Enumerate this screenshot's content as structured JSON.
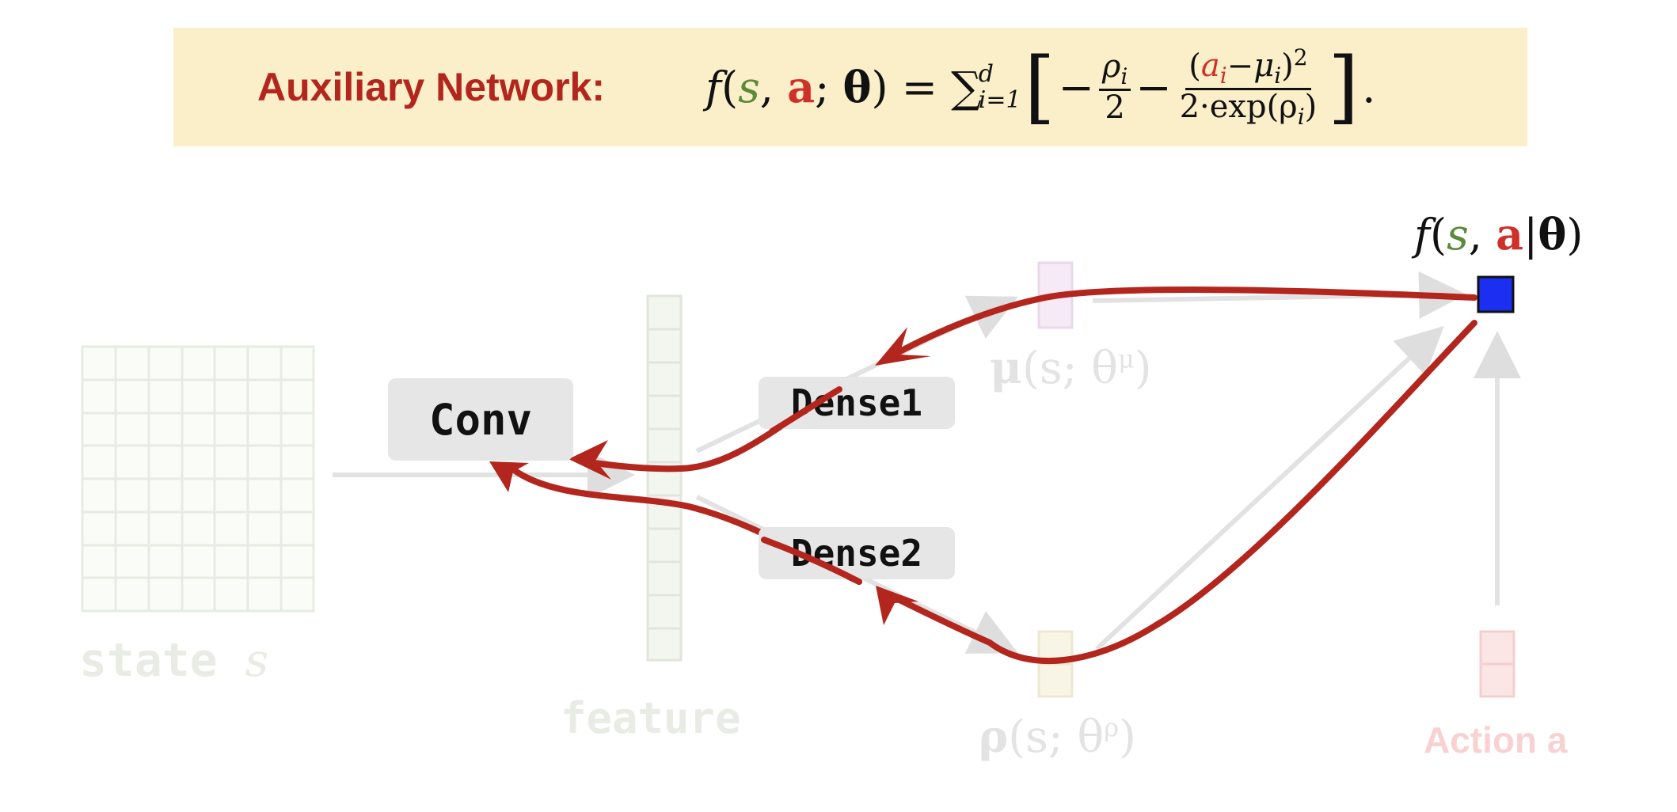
{
  "banner": {
    "title": "Auxiliary Network:",
    "formula": {
      "lhs_f": "f",
      "lhs_s": "s",
      "lhs_a": "a",
      "lhs_theta": "θ",
      "sum_upper": "d",
      "sum_lower": "i=1",
      "term1_num": "ρ",
      "term1_num_sub": "i",
      "term1_den": "2",
      "term2_den": "2·exp(ρ",
      "term2_den_sub": "i",
      "period": "."
    },
    "background_color": "#fbefca"
  },
  "nodes": {
    "conv": "Conv",
    "dense1": "Dense1",
    "dense2": "Dense2"
  },
  "faded_labels": {
    "state": "state",
    "state_var": "s",
    "feature": "feature",
    "mu": "μ",
    "mu_args": "(s; θ",
    "mu_sup": "μ",
    "rho": "ρ",
    "rho_args": "(s; θ",
    "rho_sup": "ρ",
    "action": "Action a"
  },
  "output": {
    "f": "f",
    "s": "s",
    "a": "a",
    "theta": "θ"
  },
  "colors": {
    "arrow_red": "#b3261e",
    "output_blue": "#1a2ff0",
    "faded_grid": "#e4eadf",
    "faded_arrow": "#e0e0e0"
  }
}
